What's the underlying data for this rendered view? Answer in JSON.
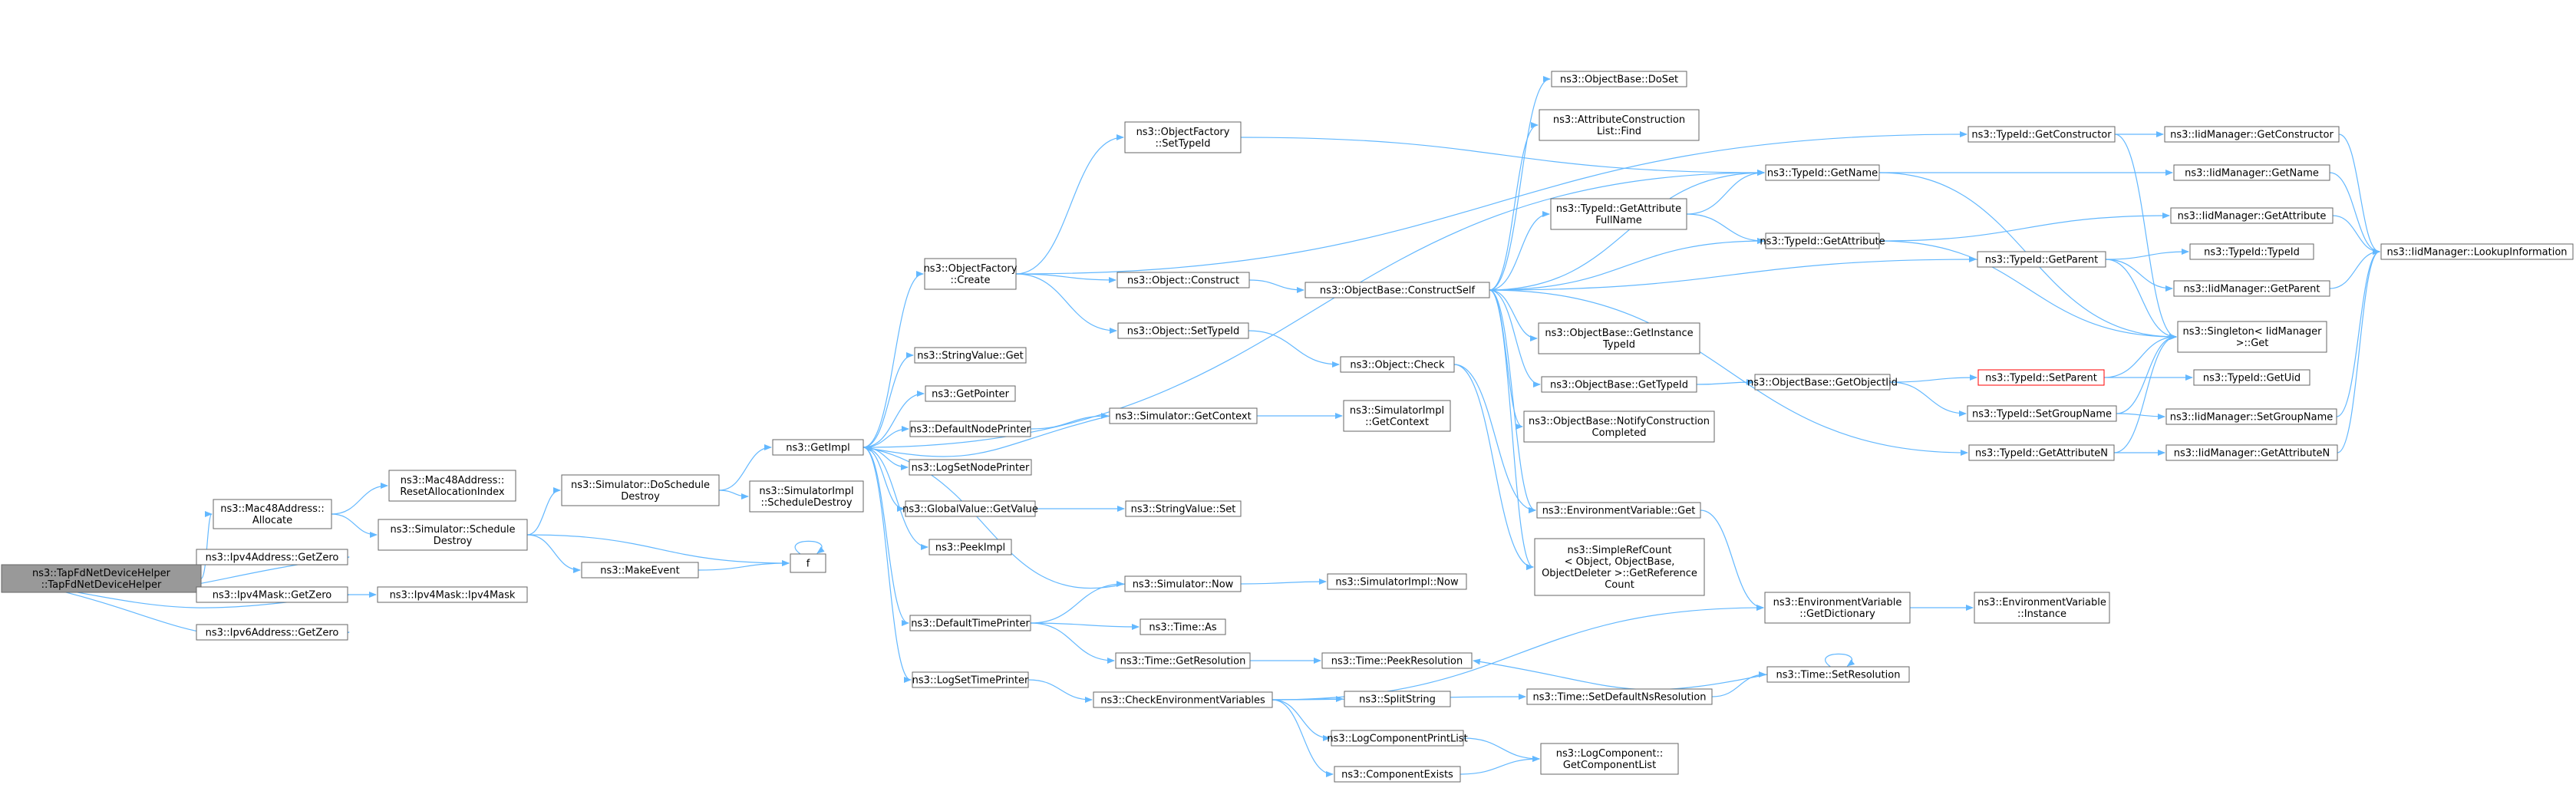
{
  "nodes": [
    {
      "id": "root",
      "lines": [
        "ns3::TapFdNetDeviceHelper",
        "::TapFdNetDeviceHelper"
      ],
      "style": "root"
    },
    {
      "id": "mac48alloc",
      "lines": [
        "ns3::Mac48Address::",
        "Allocate"
      ]
    },
    {
      "id": "ipv4addrzero",
      "lines": [
        "ns3::Ipv4Address::GetZero"
      ]
    },
    {
      "id": "ipv4maskzero",
      "lines": [
        "ns3::Ipv4Mask::GetZero"
      ]
    },
    {
      "id": "ipv6addrzero",
      "lines": [
        "ns3::Ipv6Address::GetZero"
      ]
    },
    {
      "id": "mac48reset",
      "lines": [
        "ns3::Mac48Address::",
        "ResetAllocationIndex"
      ]
    },
    {
      "id": "schedDestroy",
      "lines": [
        "ns3::Simulator::Schedule",
        "Destroy"
      ]
    },
    {
      "id": "ipv4mask",
      "lines": [
        "ns3::Ipv4Mask::Ipv4Mask"
      ]
    },
    {
      "id": "doSchedDestroy",
      "lines": [
        "ns3::Simulator::DoSchedule",
        "Destroy"
      ]
    },
    {
      "id": "makeEvent",
      "lines": [
        "ns3::MakeEvent"
      ]
    },
    {
      "id": "getImpl",
      "lines": [
        "ns3::GetImpl"
      ]
    },
    {
      "id": "simImplSchedDestroy",
      "lines": [
        "ns3::SimulatorImpl",
        "::ScheduleDestroy"
      ]
    },
    {
      "id": "f",
      "lines": [
        "f"
      ]
    },
    {
      "id": "objFactCreate",
      "lines": [
        "ns3::ObjectFactory",
        "::Create"
      ]
    },
    {
      "id": "stringValGet",
      "lines": [
        "ns3::StringValue::Get"
      ]
    },
    {
      "id": "getPointer",
      "lines": [
        "ns3::GetPointer"
      ]
    },
    {
      "id": "defNodePrinter",
      "lines": [
        "ns3::DefaultNodePrinter"
      ]
    },
    {
      "id": "logSetNodePrinter",
      "lines": [
        "ns3::LogSetNodePrinter"
      ]
    },
    {
      "id": "globalValGetValue",
      "lines": [
        "ns3::GlobalValue::GetValue"
      ]
    },
    {
      "id": "peekImpl",
      "lines": [
        "ns3::PeekImpl"
      ]
    },
    {
      "id": "defTimePrinter",
      "lines": [
        "ns3::DefaultTimePrinter"
      ]
    },
    {
      "id": "logSetTimePrinter",
      "lines": [
        "ns3::LogSetTimePrinter"
      ]
    },
    {
      "id": "objFactSetTypeId",
      "lines": [
        "ns3::ObjectFactory",
        "::SetTypeId"
      ]
    },
    {
      "id": "objConstruct",
      "lines": [
        "ns3::Object::Construct"
      ]
    },
    {
      "id": "objSetTypeId",
      "lines": [
        "ns3::Object::SetTypeId"
      ]
    },
    {
      "id": "simGetContext",
      "lines": [
        "ns3::Simulator::GetContext"
      ]
    },
    {
      "id": "stringValSet",
      "lines": [
        "ns3::StringValue::Set"
      ]
    },
    {
      "id": "simNow",
      "lines": [
        "ns3::Simulator::Now"
      ]
    },
    {
      "id": "timeAs",
      "lines": [
        "ns3::Time::As"
      ]
    },
    {
      "id": "timeGetRes",
      "lines": [
        "ns3::Time::GetResolution"
      ]
    },
    {
      "id": "checkEnvVars",
      "lines": [
        "ns3::CheckEnvironmentVariables"
      ]
    },
    {
      "id": "objBaseConstructSelf",
      "lines": [
        "ns3::ObjectBase::ConstructSelf"
      ]
    },
    {
      "id": "objCheck",
      "lines": [
        "ns3::Object::Check"
      ]
    },
    {
      "id": "simImplGetContext",
      "lines": [
        "ns3::SimulatorImpl",
        "::GetContext"
      ]
    },
    {
      "id": "simImplNow",
      "lines": [
        "ns3::SimulatorImpl::Now"
      ]
    },
    {
      "id": "timePeekRes",
      "lines": [
        "ns3::Time::PeekResolution"
      ]
    },
    {
      "id": "splitString",
      "lines": [
        "ns3::SplitString"
      ]
    },
    {
      "id": "logCompPrintList",
      "lines": [
        "ns3::LogComponentPrintList"
      ]
    },
    {
      "id": "componentExists",
      "lines": [
        "ns3::ComponentExists"
      ]
    },
    {
      "id": "objBaseDoSet",
      "lines": [
        "ns3::ObjectBase::DoSet"
      ]
    },
    {
      "id": "attrConstrListFind",
      "lines": [
        "ns3::AttributeConstruction",
        "List::Find"
      ]
    },
    {
      "id": "typeIdGetAttrFullName",
      "lines": [
        "ns3::TypeId::GetAttribute",
        "FullName"
      ]
    },
    {
      "id": "objBaseGetInstTypeId",
      "lines": [
        "ns3::ObjectBase::GetInstance",
        "TypeId"
      ]
    },
    {
      "id": "objBaseGetTypeId",
      "lines": [
        "ns3::ObjectBase::GetTypeId"
      ]
    },
    {
      "id": "objBaseNotifyConstr",
      "lines": [
        "ns3::ObjectBase::NotifyConstruction",
        "Completed"
      ]
    },
    {
      "id": "envVarGet",
      "lines": [
        "ns3::EnvironmentVariable::Get"
      ]
    },
    {
      "id": "simpleRefCount",
      "lines": [
        "ns3::SimpleRefCount",
        "< Object, ObjectBase,",
        "ObjectDeleter >::GetReference",
        "Count"
      ]
    },
    {
      "id": "timeSetDefNsRes",
      "lines": [
        "ns3::Time::SetDefaultNsResolution"
      ]
    },
    {
      "id": "typeIdGetName",
      "lines": [
        "ns3::TypeId::GetName"
      ]
    },
    {
      "id": "typeIdGetAttribute",
      "lines": [
        "ns3::TypeId::GetAttribute"
      ]
    },
    {
      "id": "objBaseGetObjectIid",
      "lines": [
        "ns3::ObjectBase::GetObjectIid"
      ]
    },
    {
      "id": "envVarGetDict",
      "lines": [
        "ns3::EnvironmentVariable",
        "::GetDictionary"
      ]
    },
    {
      "id": "timeSetRes",
      "lines": [
        "ns3::Time::SetResolution"
      ]
    },
    {
      "id": "logCompGetCompList",
      "lines": [
        "ns3::LogComponent::",
        "GetComponentList"
      ]
    },
    {
      "id": "typeIdGetConstructor",
      "lines": [
        "ns3::TypeId::GetConstructor"
      ]
    },
    {
      "id": "typeIdGetParent",
      "lines": [
        "ns3::TypeId::GetParent"
      ]
    },
    {
      "id": "typeIdSetParent",
      "lines": [
        "ns3::TypeId::SetParent"
      ],
      "style": "red"
    },
    {
      "id": "typeIdSetGroupName",
      "lines": [
        "ns3::TypeId::SetGroupName"
      ]
    },
    {
      "id": "typeIdGetAttributeN",
      "lines": [
        "ns3::TypeId::GetAttributeN"
      ]
    },
    {
      "id": "envVarInstance",
      "lines": [
        "ns3::EnvironmentVariable",
        "::Instance"
      ]
    },
    {
      "id": "iidGetConstructor",
      "lines": [
        "ns3::IidManager::GetConstructor"
      ]
    },
    {
      "id": "iidGetName",
      "lines": [
        "ns3::IidManager::GetName"
      ]
    },
    {
      "id": "iidGetAttribute",
      "lines": [
        "ns3::IidManager::GetAttribute"
      ]
    },
    {
      "id": "typeIdTypeId",
      "lines": [
        "ns3::TypeId::TypeId"
      ]
    },
    {
      "id": "iidGetParent",
      "lines": [
        "ns3::IidManager::GetParent"
      ]
    },
    {
      "id": "singletonGet",
      "lines": [
        "ns3::Singleton< IidManager",
        ">::Get"
      ]
    },
    {
      "id": "typeIdGetUid",
      "lines": [
        "ns3::TypeId::GetUid"
      ]
    },
    {
      "id": "iidSetGroupName",
      "lines": [
        "ns3::IidManager::SetGroupName"
      ]
    },
    {
      "id": "iidGetAttributeN",
      "lines": [
        "ns3::IidManager::GetAttributeN"
      ]
    },
    {
      "id": "iidLookupInfo",
      "lines": [
        "ns3::IidManager::LookupInformation"
      ]
    }
  ],
  "edges": [
    [
      "root",
      "mac48alloc"
    ],
    [
      "root",
      "ipv4addrzero"
    ],
    [
      "root",
      "ipv4maskzero"
    ],
    [
      "root",
      "ipv6addrzero"
    ],
    [
      "mac48alloc",
      "mac48reset"
    ],
    [
      "mac48alloc",
      "schedDestroy"
    ],
    [
      "ipv4maskzero",
      "ipv4mask"
    ],
    [
      "schedDestroy",
      "doSchedDestroy"
    ],
    [
      "schedDestroy",
      "f"
    ],
    [
      "schedDestroy",
      "makeEvent"
    ],
    [
      "makeEvent",
      "f"
    ],
    [
      "f",
      "f"
    ],
    [
      "doSchedDestroy",
      "getImpl"
    ],
    [
      "doSchedDestroy",
      "simImplSchedDestroy"
    ],
    [
      "getImpl",
      "objFactCreate"
    ],
    [
      "getImpl",
      "stringValGet"
    ],
    [
      "getImpl",
      "getPointer"
    ],
    [
      "getImpl",
      "defNodePrinter"
    ],
    [
      "getImpl",
      "logSetNodePrinter"
    ],
    [
      "getImpl",
      "globalValGetValue"
    ],
    [
      "getImpl",
      "peekImpl"
    ],
    [
      "getImpl",
      "defTimePrinter"
    ],
    [
      "getImpl",
      "logSetTimePrinter"
    ],
    [
      "getImpl",
      "typeIdGetName"
    ],
    [
      "objFactCreate",
      "objFactSetTypeId"
    ],
    [
      "objFactCreate",
      "objConstruct"
    ],
    [
      "objFactCreate",
      "objSetTypeId"
    ],
    [
      "objFactCreate",
      "typeIdGetConstructor"
    ],
    [
      "objFactSetTypeId",
      "typeIdGetName"
    ],
    [
      "defNodePrinter",
      "simGetContext"
    ],
    [
      "simGetContext",
      "getImpl"
    ],
    [
      "simGetContext",
      "simImplGetContext"
    ],
    [
      "globalValGetValue",
      "stringValSet"
    ],
    [
      "defTimePrinter",
      "simNow"
    ],
    [
      "defTimePrinter",
      "timeAs"
    ],
    [
      "defTimePrinter",
      "timeGetRes"
    ],
    [
      "simNow",
      "getImpl"
    ],
    [
      "simNow",
      "simImplNow"
    ],
    [
      "timeGetRes",
      "timePeekRes"
    ],
    [
      "logSetTimePrinter",
      "checkEnvVars"
    ],
    [
      "checkEnvVars",
      "envVarGetDict"
    ],
    [
      "checkEnvVars",
      "splitString"
    ],
    [
      "checkEnvVars",
      "logCompPrintList"
    ],
    [
      "checkEnvVars",
      "componentExists"
    ],
    [
      "checkEnvVars",
      "timeSetDefNsRes"
    ],
    [
      "logCompPrintList",
      "logCompGetCompList"
    ],
    [
      "componentExists",
      "logCompGetCompList"
    ],
    [
      "timeSetDefNsRes",
      "timeSetRes"
    ],
    [
      "timeSetRes",
      "timePeekRes"
    ],
    [
      "timeSetRes",
      "timeSetRes"
    ],
    [
      "objConstruct",
      "objBaseConstructSelf"
    ],
    [
      "objSetTypeId",
      "objCheck"
    ],
    [
      "objCheck",
      "envVarGet"
    ],
    [
      "objCheck",
      "simpleRefCount"
    ],
    [
      "objBaseConstructSelf",
      "objBaseDoSet"
    ],
    [
      "objBaseConstructSelf",
      "attrConstrListFind"
    ],
    [
      "objBaseConstructSelf",
      "typeIdGetAttrFullName"
    ],
    [
      "objBaseConstructSelf",
      "typeIdGetName"
    ],
    [
      "objBaseConstructSelf",
      "typeIdGetAttribute"
    ],
    [
      "objBaseConstructSelf",
      "typeIdGetParent"
    ],
    [
      "objBaseConstructSelf",
      "objBaseGetInstTypeId"
    ],
    [
      "objBaseConstructSelf",
      "objBaseGetTypeId"
    ],
    [
      "objBaseConstructSelf",
      "objBaseNotifyConstr"
    ],
    [
      "objBaseConstructSelf",
      "typeIdGetAttributeN"
    ],
    [
      "objBaseConstructSelf",
      "envVarGet"
    ],
    [
      "objBaseConstructSelf",
      "simpleRefCount"
    ],
    [
      "typeIdGetAttrFullName",
      "typeIdGetName"
    ],
    [
      "typeIdGetAttrFullName",
      "typeIdGetAttribute"
    ],
    [
      "objBaseGetTypeId",
      "objBaseGetObjectIid"
    ],
    [
      "objBaseGetObjectIid",
      "typeIdSetParent"
    ],
    [
      "objBaseGetObjectIid",
      "typeIdSetGroupName"
    ],
    [
      "envVarGet",
      "envVarGetDict"
    ],
    [
      "envVarGetDict",
      "envVarInstance"
    ],
    [
      "typeIdGetName",
      "iidGetName"
    ],
    [
      "typeIdGetName",
      "singletonGet"
    ],
    [
      "typeIdGetAttribute",
      "iidGetAttribute"
    ],
    [
      "typeIdGetAttribute",
      "singletonGet"
    ],
    [
      "typeIdGetConstructor",
      "iidGetConstructor"
    ],
    [
      "typeIdGetConstructor",
      "singletonGet"
    ],
    [
      "typeIdGetParent",
      "typeIdTypeId"
    ],
    [
      "typeIdGetParent",
      "iidGetParent"
    ],
    [
      "typeIdGetParent",
      "singletonGet"
    ],
    [
      "typeIdSetParent",
      "singletonGet"
    ],
    [
      "typeIdSetParent",
      "typeIdGetUid"
    ],
    [
      "typeIdSetGroupName",
      "iidSetGroupName"
    ],
    [
      "typeIdSetGroupName",
      "singletonGet"
    ],
    [
      "typeIdGetAttributeN",
      "iidGetAttributeN"
    ],
    [
      "typeIdGetAttributeN",
      "singletonGet"
    ],
    [
      "iidGetConstructor",
      "iidLookupInfo"
    ],
    [
      "iidGetName",
      "iidLookupInfo"
    ],
    [
      "iidGetAttribute",
      "iidLookupInfo"
    ],
    [
      "iidGetParent",
      "iidLookupInfo"
    ],
    [
      "iidSetGroupName",
      "iidLookupInfo"
    ],
    [
      "iidGetAttributeN",
      "iidLookupInfo"
    ]
  ]
}
